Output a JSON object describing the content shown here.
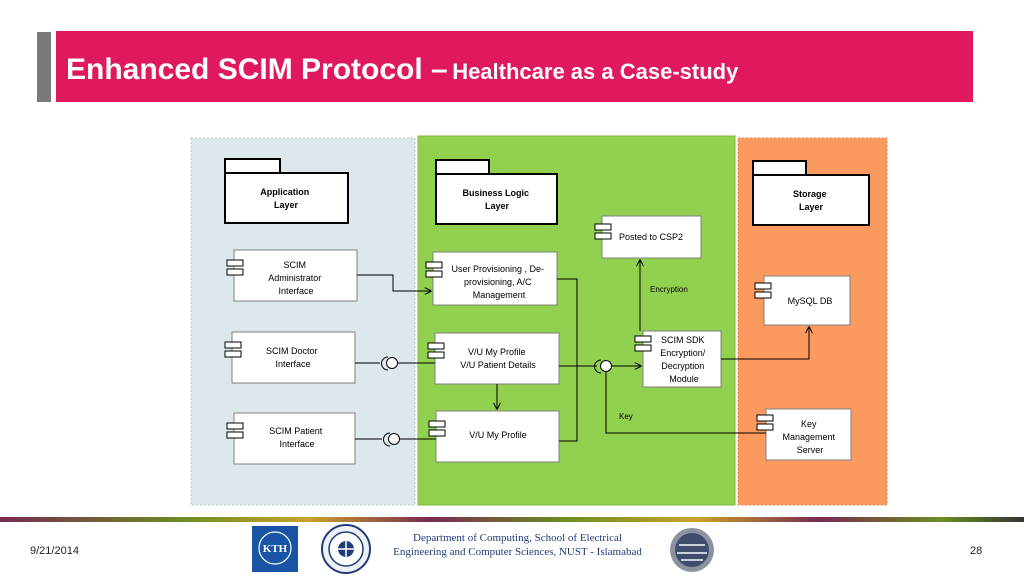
{
  "slide": {
    "title_main": "Enhanced SCIM Protocol –",
    "title_sub": "Healthcare as a Case-study"
  },
  "colors": {
    "title_bar": "#e0195f",
    "application_panel": "#dde8ec",
    "business_panel": "#92d050",
    "storage_panel": "#fb9a5e"
  },
  "diagram": {
    "layers": {
      "application": [
        "Application",
        "Layer"
      ],
      "business": [
        "Business Logic",
        "Layer"
      ],
      "storage": [
        "Storage",
        "Layer"
      ]
    },
    "components": {
      "scim_admin": [
        "SCIM",
        "Administrator",
        "Interface"
      ],
      "scim_doctor": [
        "SCIM Doctor",
        "Interface"
      ],
      "scim_patient": [
        "SCIM Patient",
        "Interface"
      ],
      "user_provisioning": [
        "User Provisioning , De-",
        "provisioning, A/C",
        "Management"
      ],
      "my_profile_patient": [
        "V/U My Profile",
        "V/U Patient Details"
      ],
      "my_profile": [
        "V/U My Profile"
      ],
      "posted_csp2": [
        "Posted to CSP2"
      ],
      "scim_sdk": [
        "SCIM SDK",
        "Encryption/",
        "Decryption",
        "Module"
      ],
      "mysql": [
        "MySQL DB"
      ],
      "key_server": [
        "Key",
        "Management",
        "Server"
      ]
    },
    "labels": {
      "encryption": "Encryption",
      "key": "Key"
    }
  },
  "footer": {
    "date": "9/21/2014",
    "department": "Department of Computing, School of Electrical Engineering and Computer Sciences, NUST - Islamabad",
    "page_number": "28",
    "logos": {
      "kth_text": "KTH"
    }
  }
}
